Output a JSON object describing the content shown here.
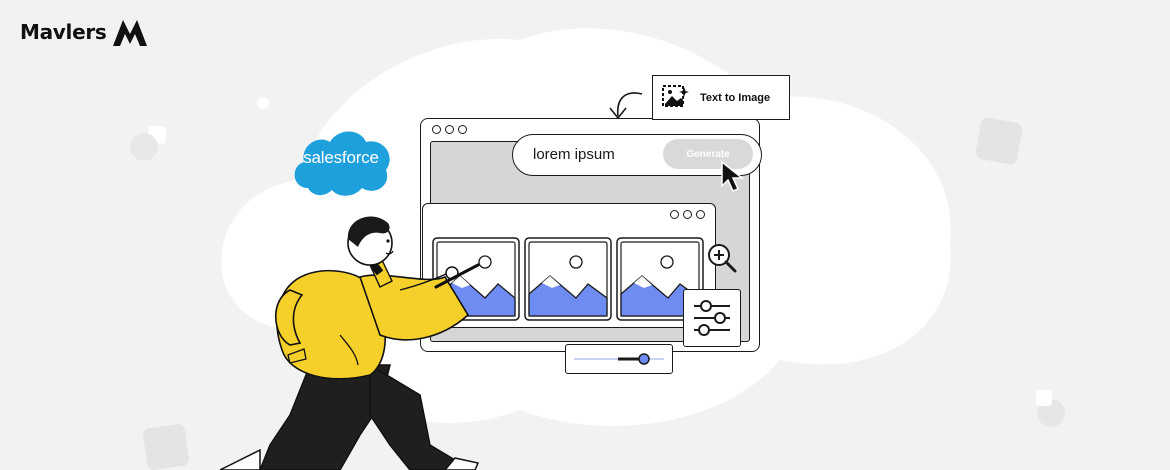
{
  "brand": {
    "name": "Mavlers",
    "partner_logo_text": "salesforce"
  },
  "prompt": {
    "value": "lorem ipsum",
    "generate_label": "Generate"
  },
  "feature": {
    "label": "Text to Image"
  },
  "colors": {
    "background": "#f2f2f2",
    "blob": "#ffffff",
    "accent_blue": "#6f8cf2",
    "jacket_yellow": "#f5cf2a",
    "salesforce_blue": "#1ea0dc",
    "dark": "#1a1a1a"
  },
  "icons": [
    "mavlers-logo-icon",
    "text-to-image-icon",
    "zoom-in-icon",
    "filter-sliders-icon",
    "cursor-icon",
    "curved-arrow-icon",
    "range-slider-icon"
  ]
}
